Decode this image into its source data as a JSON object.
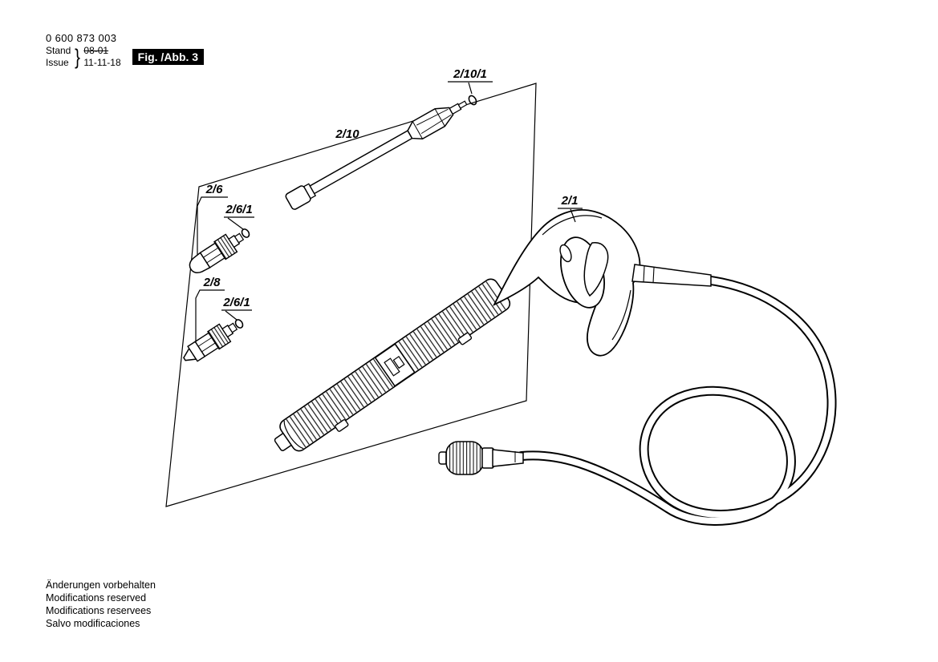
{
  "header": {
    "part_number": "0 600 873 003",
    "stand_label": "Stand",
    "issue_label": "Issue",
    "brace": "}",
    "stand_value_struck": "08-01",
    "issue_value": "11-11-18",
    "figure_label": "Fig. /Abb. 3"
  },
  "diagram": {
    "part_labels": {
      "lance_oring": "2/10/1",
      "lance": "2/10",
      "nozzle_a": "2/6",
      "nozzle_a_oring": "2/6/1",
      "nozzle_b": "2/8",
      "nozzle_b_oring": "2/6/1",
      "gun": "2/1"
    }
  },
  "footer": {
    "lines": [
      "Änderungen vorbehalten",
      "Modifications reserved",
      "Modifications reservees",
      "Salvo modificaciones"
    ]
  },
  "colors": {
    "line": "#000000",
    "background": "#ffffff",
    "figure_box_bg": "#000000",
    "figure_box_fg": "#ffffff"
  }
}
